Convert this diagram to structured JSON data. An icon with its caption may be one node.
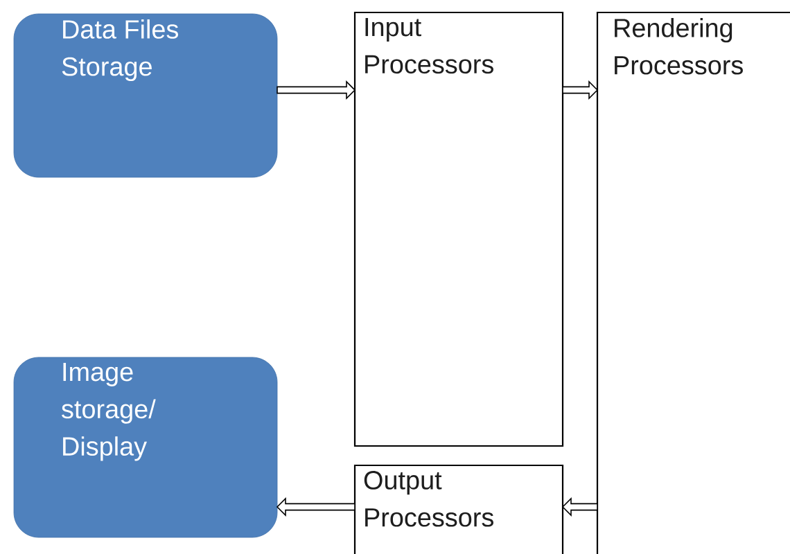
{
  "diagram": {
    "nodes": [
      {
        "text": [
          "Data Files Storage"
        ]
      },
      {
        "text": [
          "Input Processors"
        ]
      },
      {
        "text": [
          "Rendering Processors"
        ]
      },
      {
        "text": [
          "Output Processors"
        ]
      },
      {
        "text": [
          "Image storage/ Display"
        ]
      }
    ],
    "edges": [
      {
        "from": 0,
        "to": 1,
        "arrow": "to"
      },
      {
        "from": 1,
        "to": 2,
        "arrow": "to"
      },
      {
        "from": 2,
        "to": 3,
        "arrow": "to"
      },
      {
        "from": 3,
        "to": 4,
        "arrow": "to"
      }
    ]
  }
}
